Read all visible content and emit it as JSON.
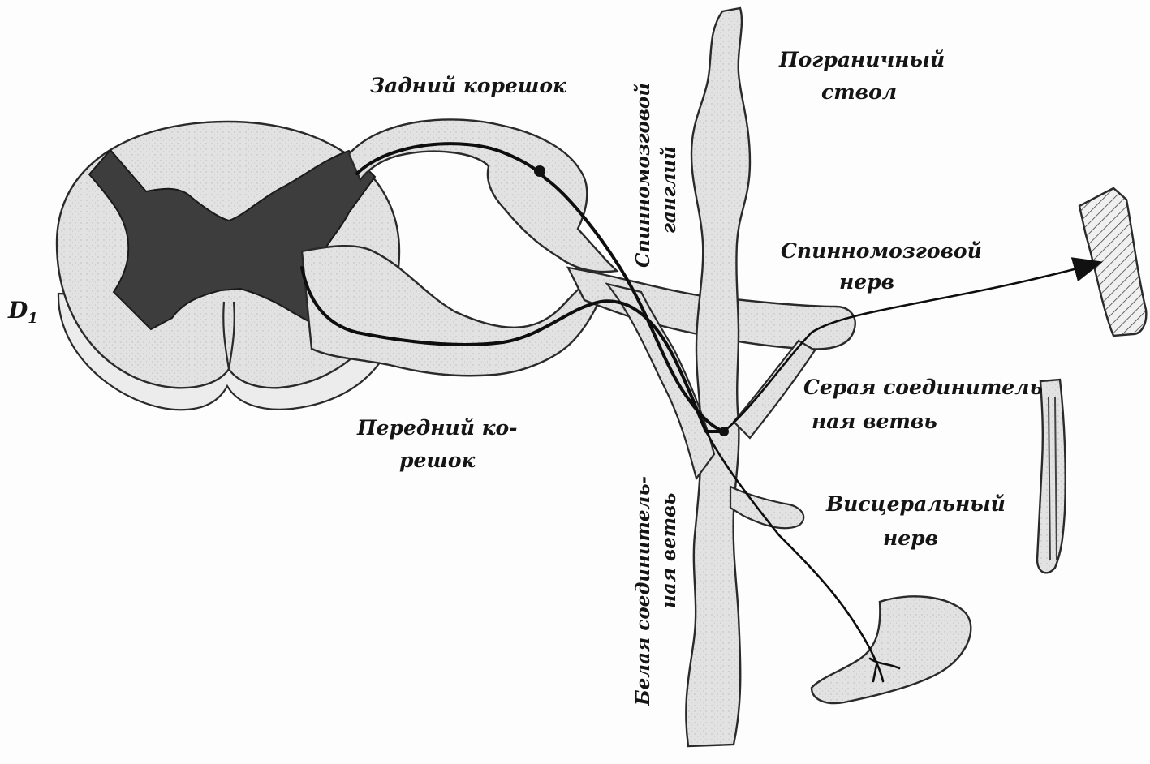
{
  "labels": {
    "segment": "D",
    "segment_sub": "1",
    "posterior_root": "Задний корешок",
    "spinal_ganglion_1": "Спинномозговой",
    "spinal_ganglion_2": "ганглий",
    "sympathetic_trunk_1": "Пограничный",
    "sympathetic_trunk_2": "ствол",
    "spinal_nerve_1": "Спинномозговой",
    "spinal_nerve_2": "нерв",
    "gray_ramus_1": "Серая соединитель",
    "gray_ramus_2": "ная ветвь",
    "anterior_root_1": "Передний ко-",
    "anterior_root_2": "решок",
    "white_ramus_1": "Белая соединитель-",
    "white_ramus_2": "ная ветвь",
    "visceral_nerve_1": "Висцеральный",
    "visceral_nerve_2": "нерв"
  }
}
